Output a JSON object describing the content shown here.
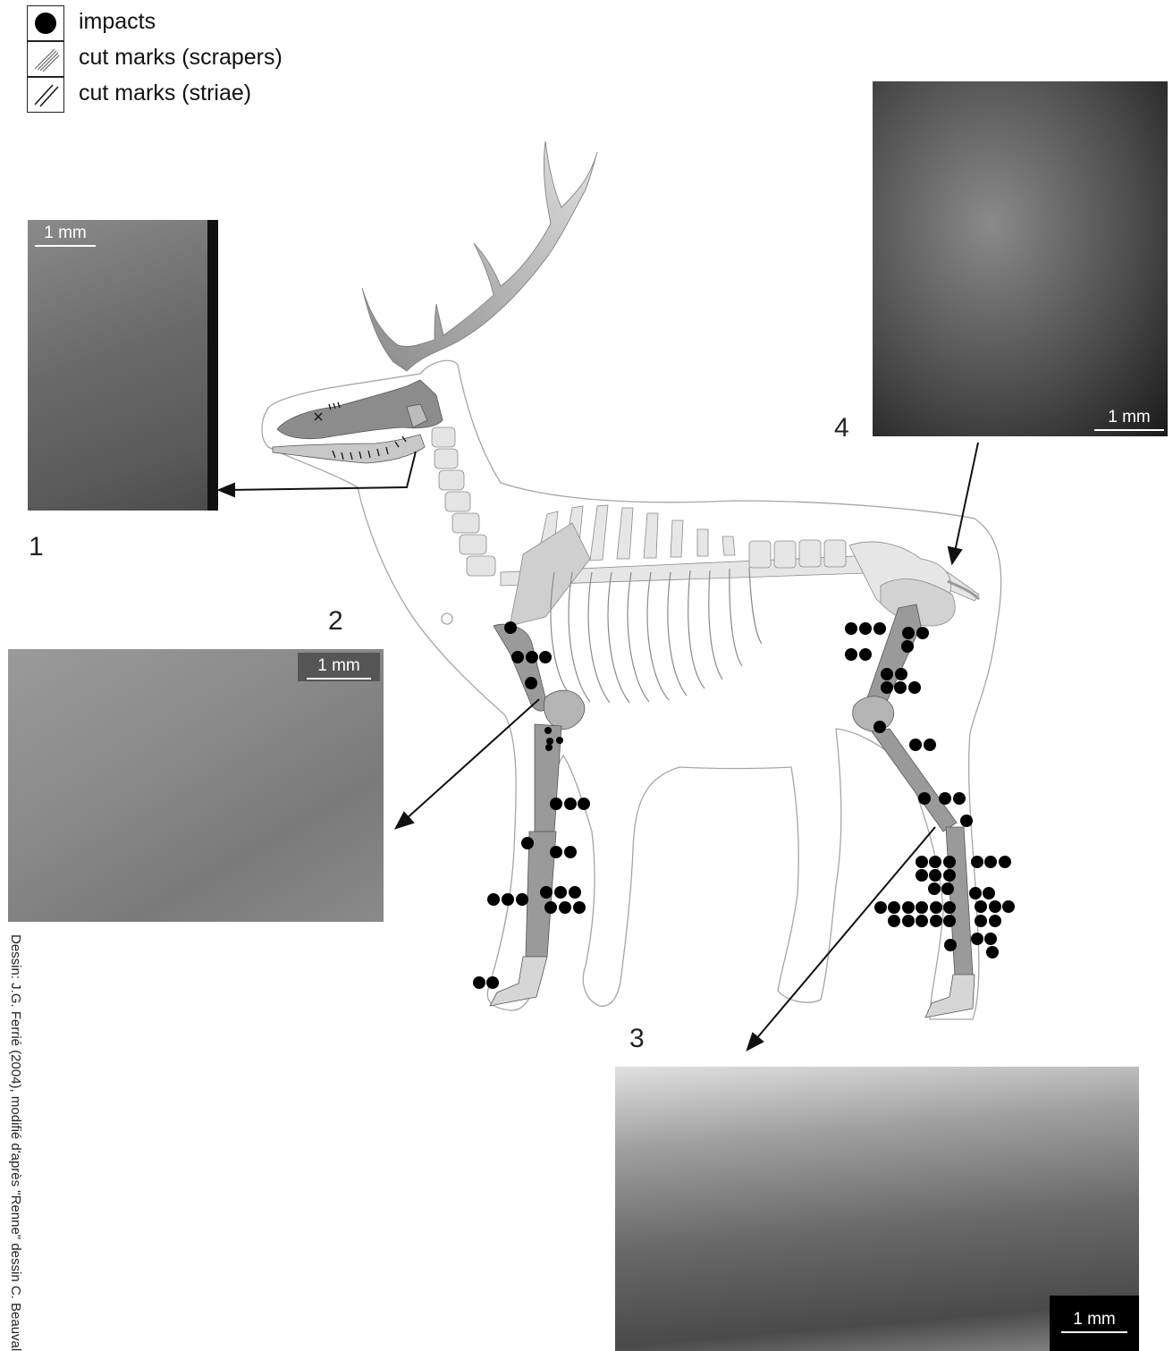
{
  "legend": [
    {
      "symbol": "filled-circle",
      "label": "impacts"
    },
    {
      "symbol": "scraper-marks",
      "label": "cut marks (scrapers)"
    },
    {
      "symbol": "striae-marks",
      "label": "cut marks (striae)"
    }
  ],
  "panels": [
    {
      "number": "1",
      "scale_label": "1 mm"
    },
    {
      "number": "2",
      "scale_label": "1 mm"
    },
    {
      "number": "3",
      "scale_label": "1 mm"
    },
    {
      "number": "4",
      "scale_label": "1 mm"
    }
  ],
  "credit": "Dessin: J.G. Ferrié (2004), modifié d'après \"Renne\" dessin C. Beauval",
  "colors": {
    "impact": "#000000",
    "bone": "#d6d6d6",
    "skull": "#8f8f8f",
    "outline": "#999999"
  }
}
